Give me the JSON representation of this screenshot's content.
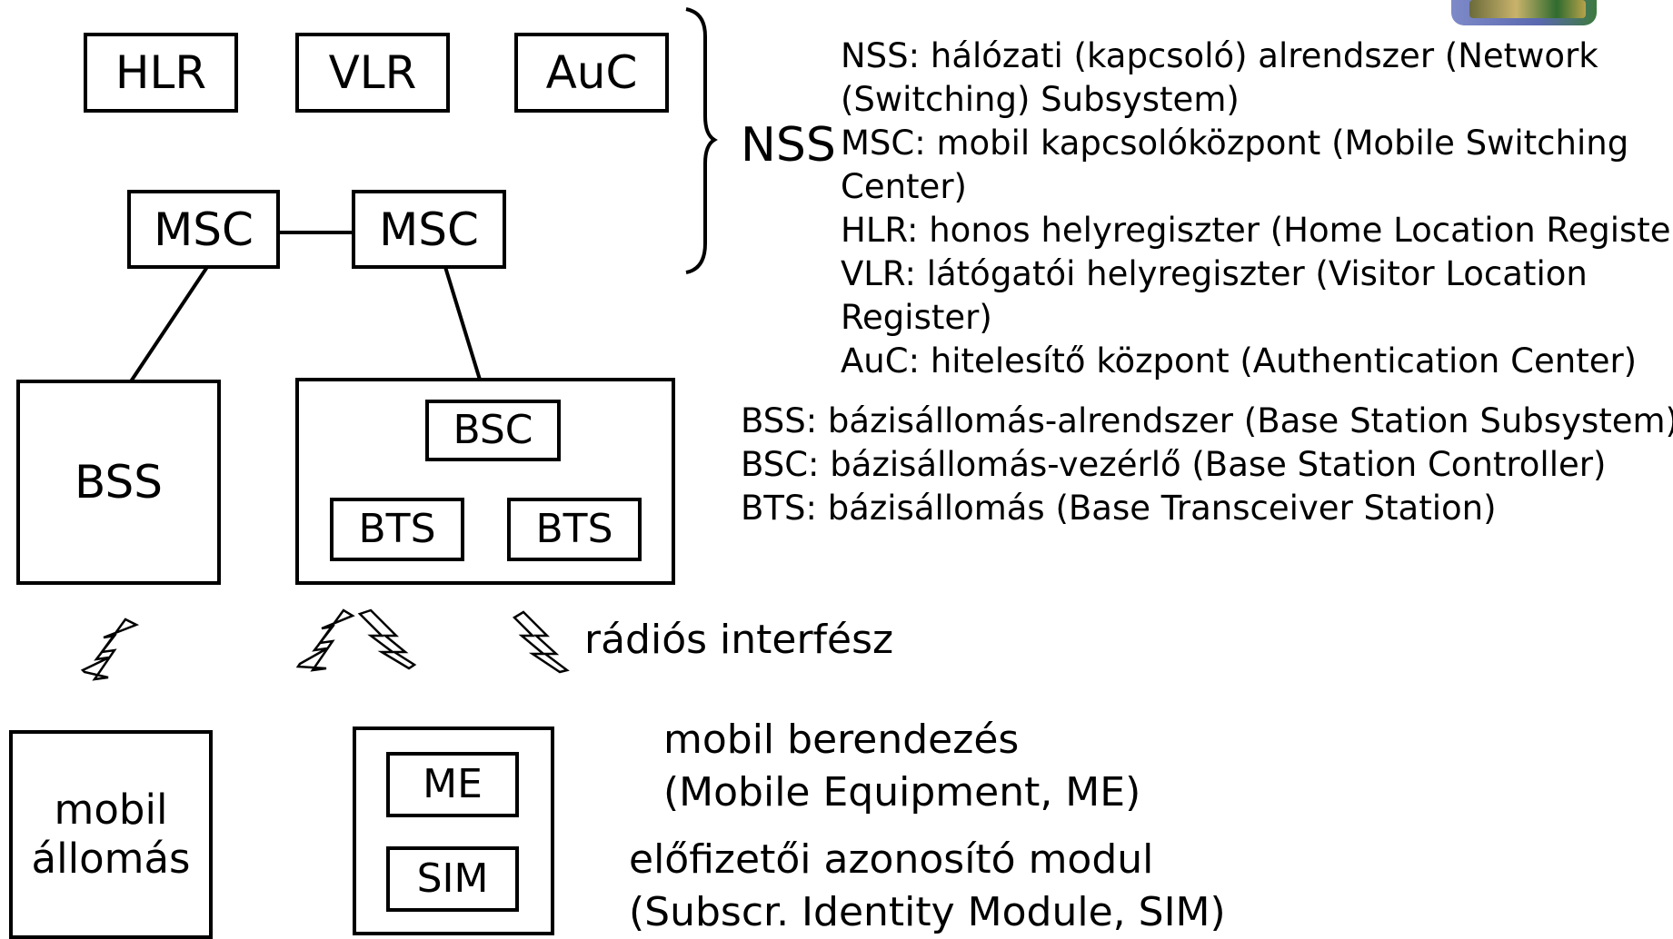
{
  "nodes": {
    "hlr": "HLR",
    "vlr": "VLR",
    "auc": "AuC",
    "msc_left": "MSC",
    "msc_right": "MSC",
    "bss": "BSS",
    "bsc": "BSC",
    "bts_left": "BTS",
    "bts_right": "BTS",
    "mobile_station_line1": "mobil",
    "mobile_station_line2": "állomás",
    "me": "ME",
    "sim": "SIM"
  },
  "nss_label": "NSS",
  "nss_legend": [
    "NSS: hálózati (kapcsoló) alrendszer (Network",
    "(Switching) Subsystem)",
    "MSC: mobil kapcsolóközpont (Mobile Switching",
    "Center)",
    "HLR: honos helyregiszter (Home Location Register)",
    "VLR: látógatói helyregiszter (Visitor Location",
    "Register)",
    "AuC: hitelesítő központ (Authentication Center)"
  ],
  "bss_legend": [
    "BSS: bázisállomás-alrendszer (Base Station Subsystem)",
    "BSC: bázisállomás-vezérlő (Base Station Controller)",
    "BTS: bázisállomás (Base Transceiver Station)"
  ],
  "radio_interface_label": "rádiós interfész",
  "me_description": [
    "mobil berendezés",
    "(Mobile Equipment, ME)"
  ],
  "sim_description": [
    "előfizetői azonosító modul",
    "(Subscr. Identity Module, SIM)"
  ]
}
